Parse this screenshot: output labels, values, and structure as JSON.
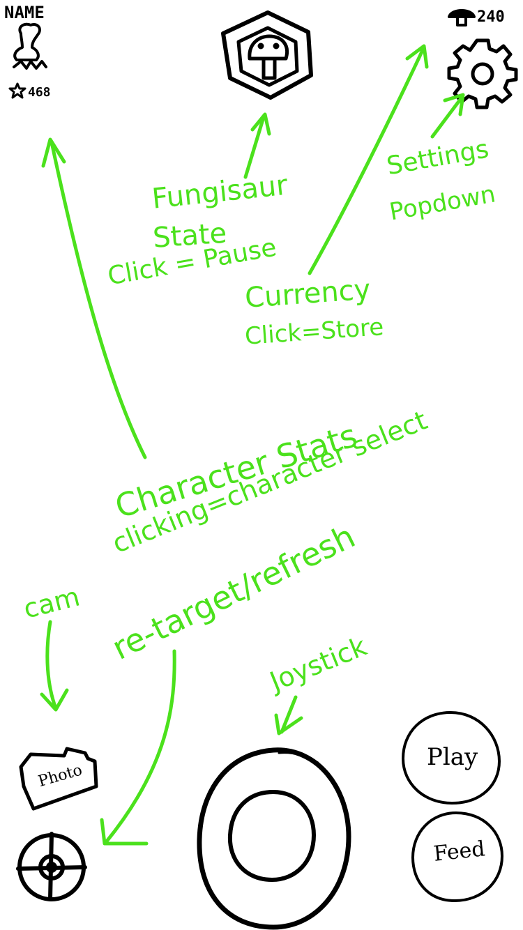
{
  "hud": {
    "character_name": "NAME",
    "character_stat": "468",
    "currency_amount": "240"
  },
  "controls": {
    "photo_label": "Photo",
    "play_label": "Play",
    "feed_label": "Feed"
  },
  "annotations": {
    "fungisaur_title_line1": "Fungisaur",
    "fungisaur_title_line2": "State",
    "fungisaur_action": "Click = Pause",
    "currency_title": "Currency",
    "currency_action": "Click=Store",
    "settings_line1": "Settings",
    "settings_line2": "Popdown",
    "character_title": "Character Stats",
    "character_action": "clicking=character select",
    "cam_label": "cam",
    "retarget_label": "re-target/refresh",
    "joystick_label": "Joystick"
  },
  "colors": {
    "annotation": "#4be11c",
    "ink": "#000000",
    "background": "#ffffff"
  }
}
